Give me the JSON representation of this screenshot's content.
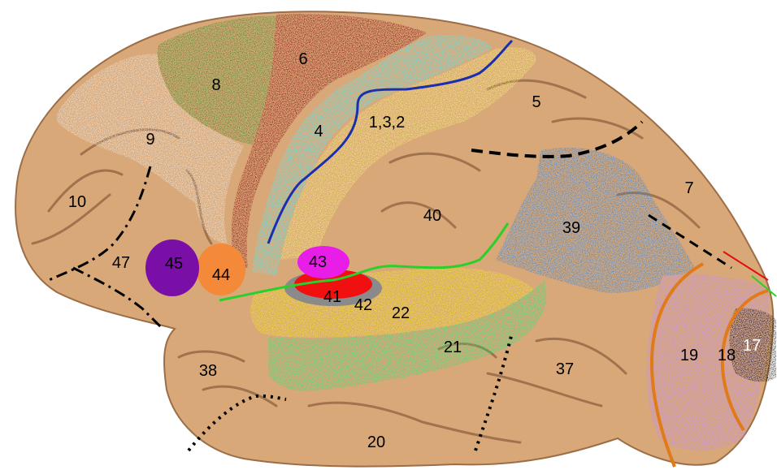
{
  "areas": {
    "a1_3_2": "1,3,2",
    "a4": "4",
    "a5": "5",
    "a6": "6",
    "a7": "7",
    "a8": "8",
    "a9": "9",
    "a10": "10",
    "a17": "17",
    "a18": "18",
    "a19": "19",
    "a20": "20",
    "a21": "21",
    "a22": "22",
    "a37": "37",
    "a38": "38",
    "a39": "39",
    "a40": "40",
    "a41": "41",
    "a42": "42",
    "a43": "43",
    "a44": "44",
    "a45": "45",
    "a47": "47"
  },
  "colors": {
    "cortex": "#d9a878",
    "cortex_dark": "#b9865a",
    "sulcus": "#8e6240",
    "area_8": "#3f8a2a",
    "area_6": "#8b1515",
    "area_4": "#5ee6ee",
    "area_1_3_2": "#f5f07a",
    "area_9": "#e8e4df",
    "area_39": "#3b86d8",
    "area_43": "#e81de8",
    "area_41": "#f01010",
    "area_42": "#8a8a8a",
    "area_22": "#f2ec1a",
    "area_21": "#36e07a",
    "area_44": "#f5893a",
    "area_45": "#7a0fa8",
    "area_19": "#c08ef0",
    "area_17": "#1a1a1a",
    "line_central": "#1a2fb0",
    "line_lateral": "#2ad02a",
    "line_occipital": "#e07a1a",
    "line_dashed": "#000000"
  }
}
